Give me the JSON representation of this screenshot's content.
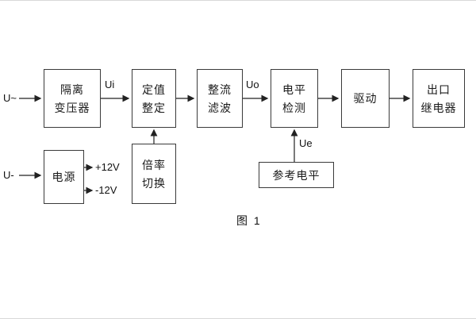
{
  "diagram": {
    "caption": "图 1",
    "labels": {
      "input_ac": "U~",
      "input_dc": "U-",
      "ui": "Ui",
      "uo": "Uo",
      "ue": "Ue",
      "plus12v": "+12V",
      "minus12v": "-12V"
    },
    "blocks": {
      "isolation_transformer": {
        "lines": [
          "隔离",
          "变压器"
        ]
      },
      "setting_adjust": {
        "lines": [
          "定值",
          "整定"
        ]
      },
      "rectifier_filter": {
        "lines": [
          "整流",
          "滤波"
        ]
      },
      "level_detector": {
        "lines": [
          "电平",
          "检测"
        ]
      },
      "driver": {
        "lines": [
          "驱动"
        ]
      },
      "output_relay": {
        "lines": [
          "出口",
          "继电器"
        ]
      },
      "power_supply": {
        "lines": [
          "电源"
        ]
      },
      "ratio_switch": {
        "lines": [
          "倍率",
          "切换"
        ]
      },
      "reference_level": {
        "lines": [
          "参考电平"
        ]
      }
    }
  }
}
